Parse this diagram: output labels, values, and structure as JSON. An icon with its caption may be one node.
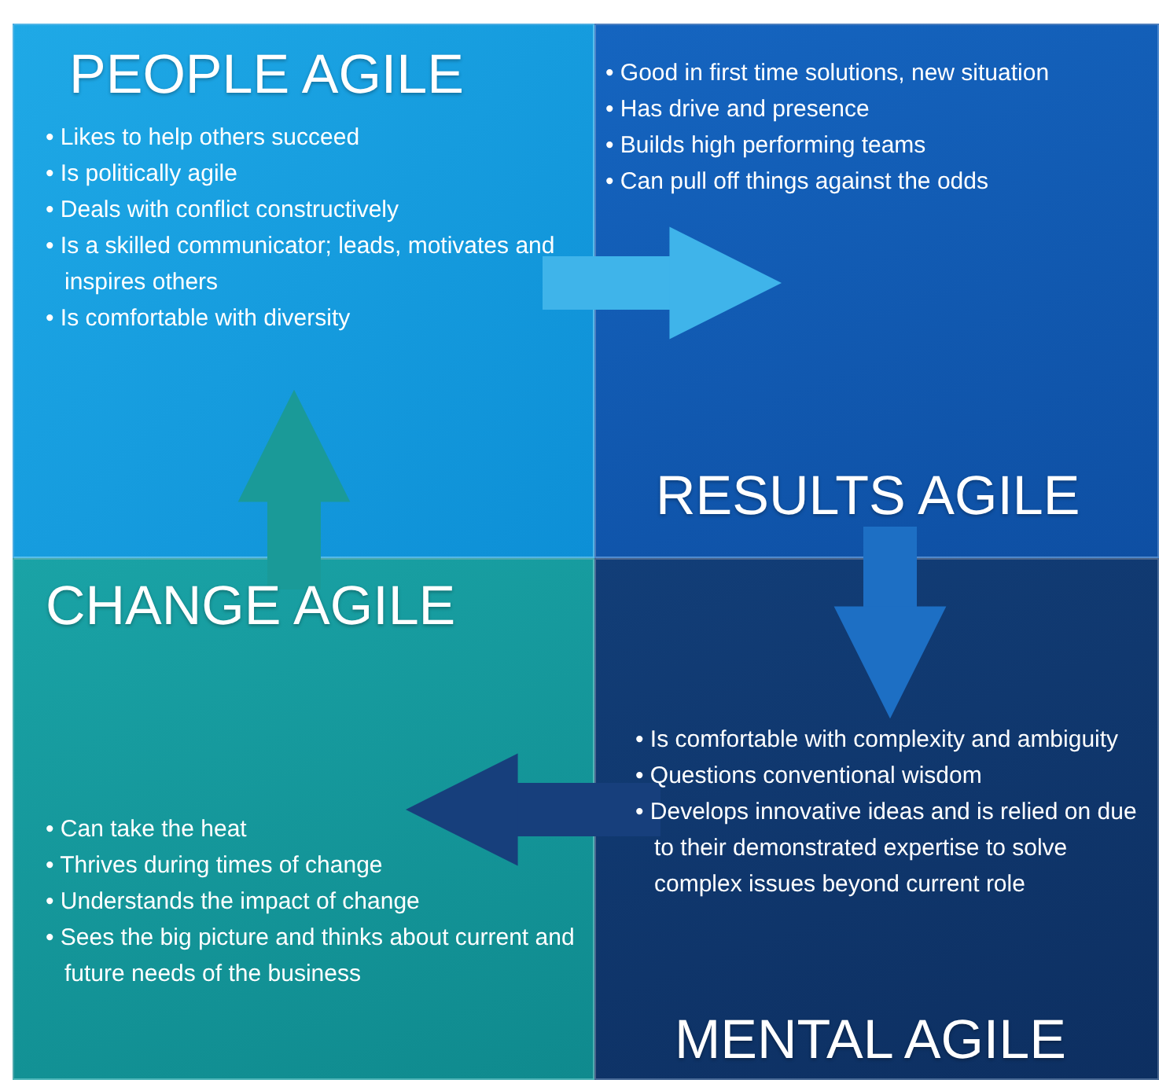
{
  "diagram": {
    "nodes": [
      {
        "text": [
          "PEOPLE AGILE",
          "• Likes to help others succeed",
          "• Is politically agile",
          "• Deals with conflict constructively",
          "• Is a skilled communicator; leads, motivates and inspires others",
          "• Is comfortable with diversity"
        ]
      },
      {
        "text": [
          "• Good in first time solutions, new situation",
          "• Has drive and presence",
          "• Builds high performing teams",
          "• Can pull off things against the odds",
          "RESULTS AGILE"
        ]
      },
      {
        "text": [
          "CHANGE AGILE",
          "• Can take the heat",
          "• Thrives during times of change",
          "• Understands the impact of change",
          "• Sees the big picture and thinks about current and future needs of the business"
        ]
      },
      {
        "text": [
          "• Is comfortable with complexity and ambiguity",
          "• Questions conventional wisdom",
          "• Develops innovative ideas and is relied on due to their demonstrated expertise to solve complex issues beyond current role",
          "MENTAL AGILE"
        ]
      }
    ],
    "edges": [
      {
        "from": 0,
        "to": 1,
        "arrow": "to",
        "color": "#3fb4ea"
      },
      {
        "from": 1,
        "to": 3,
        "arrow": "to",
        "color": "#1d6fc4"
      },
      {
        "from": 3,
        "to": 2,
        "arrow": "to",
        "color": "#173f7c"
      },
      {
        "from": 2,
        "to": 0,
        "arrow": "to",
        "color": "#1a9a98"
      }
    ]
  }
}
